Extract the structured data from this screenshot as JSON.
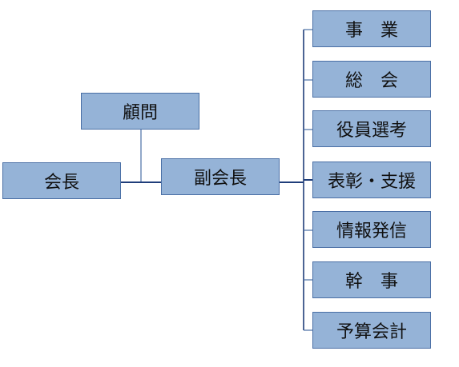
{
  "chart": {
    "nodes": {
      "chairman": "会長",
      "advisor": "顧問",
      "vice_chairman": "副会長"
    },
    "committees": [
      "事　業",
      "総　会",
      "役員選考",
      "表彰・支援",
      "情報発信",
      "幹　事",
      "予算会計"
    ]
  },
  "colors": {
    "box_fill": "#95b3d7",
    "box_border": "#4a6fa5",
    "main_line": "#1f3d7a",
    "thin_line": "#4a6fa5"
  }
}
